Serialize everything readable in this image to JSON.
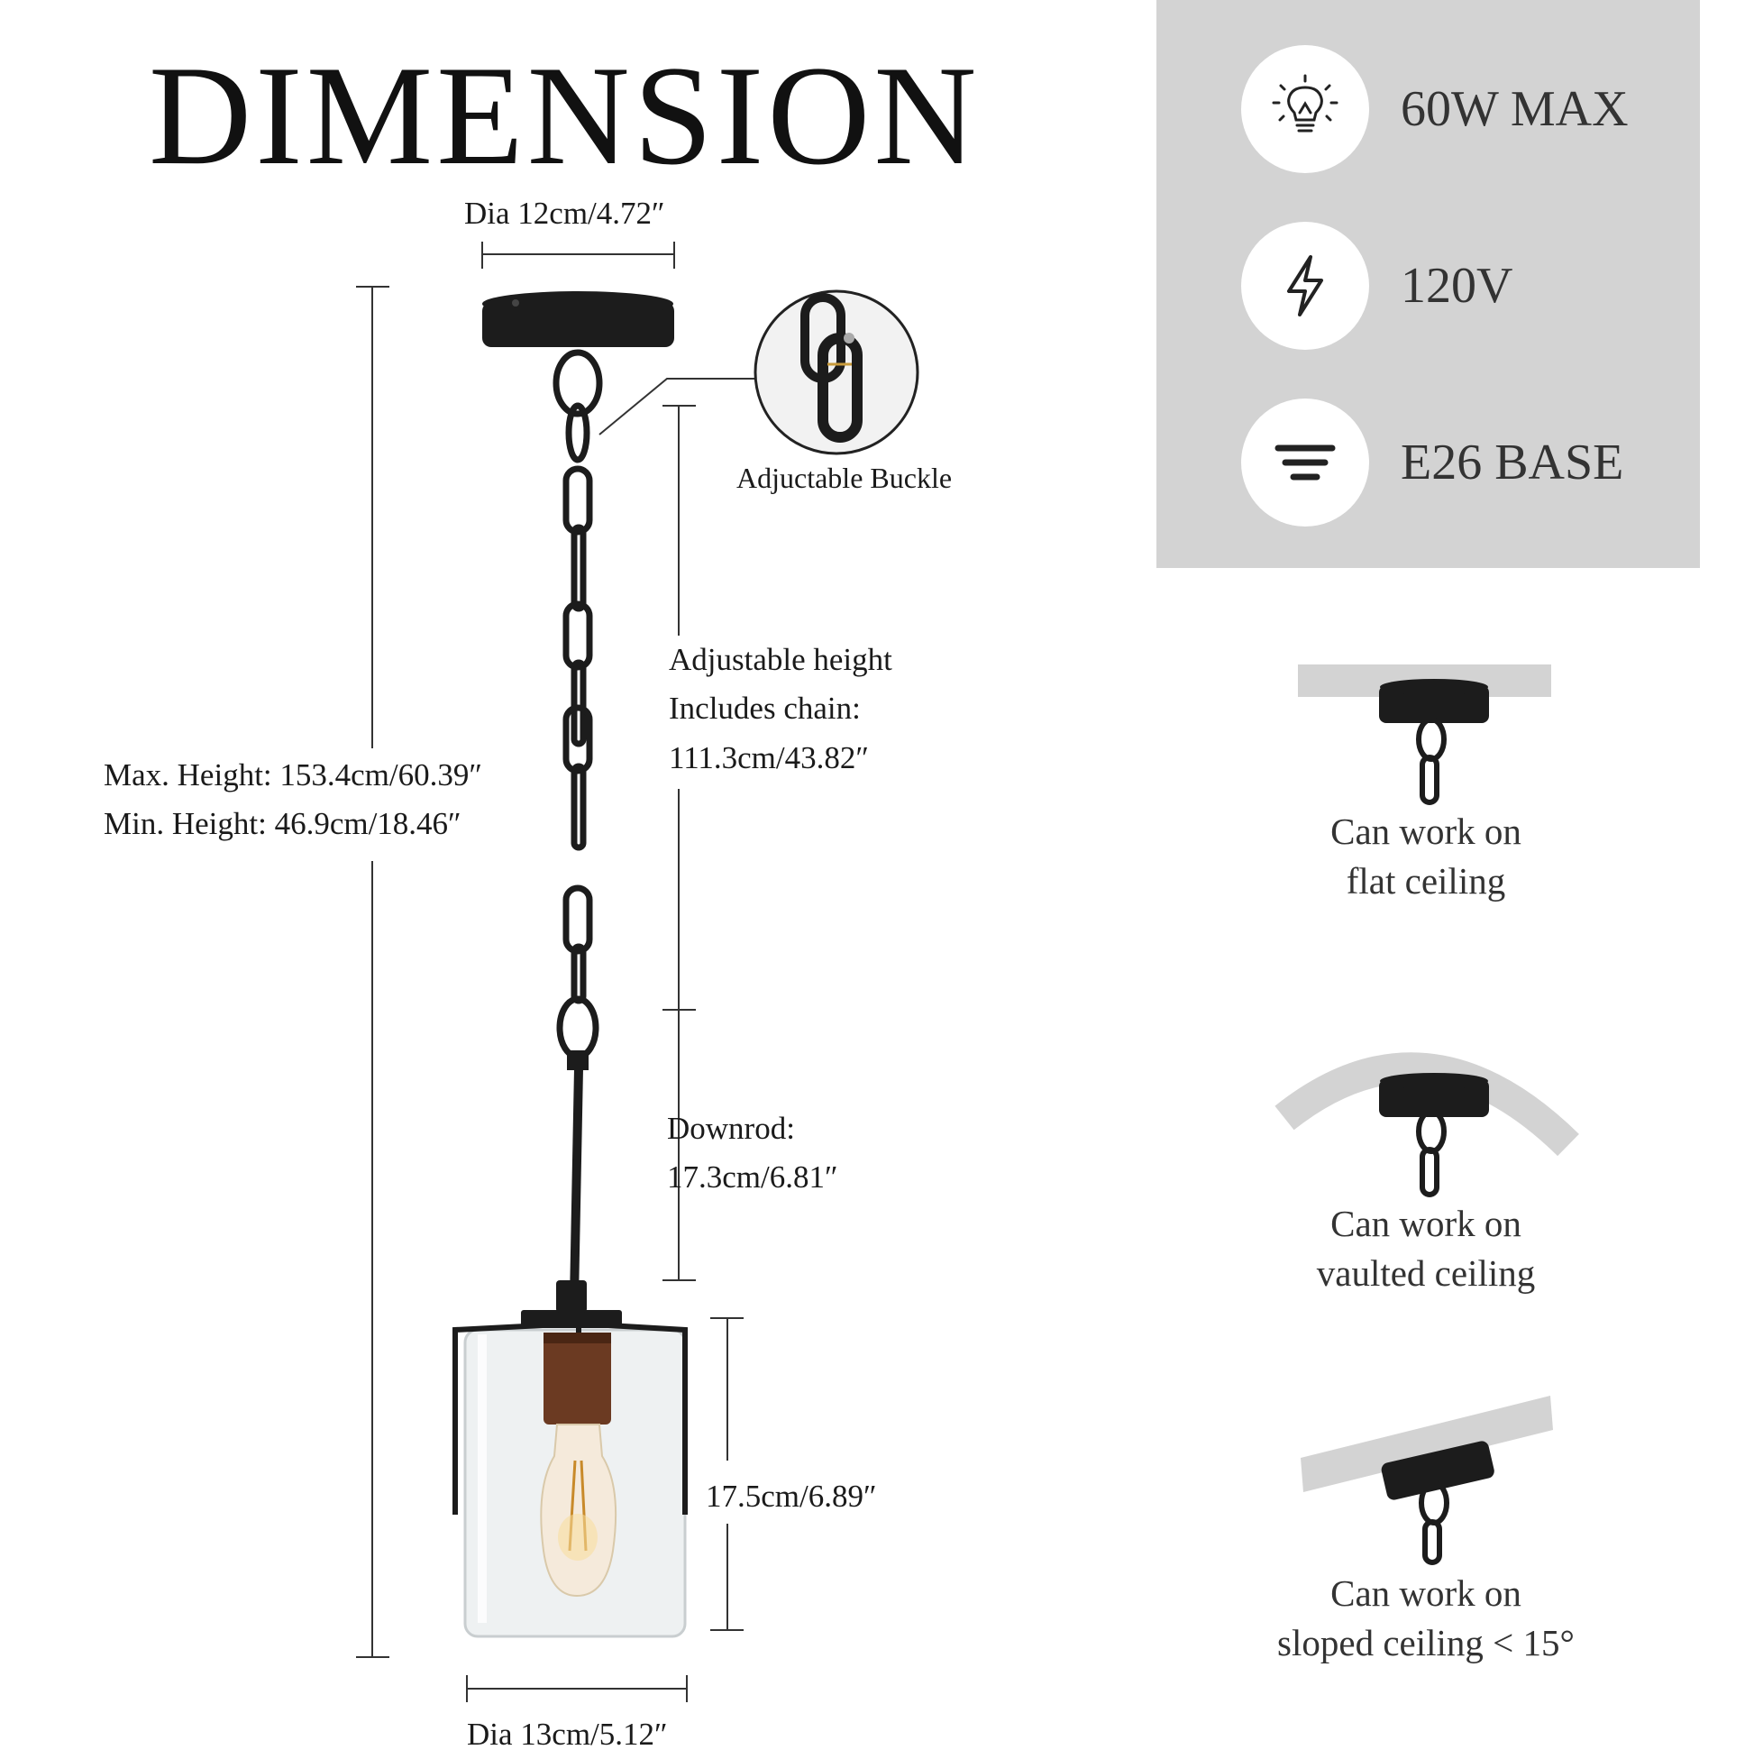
{
  "title": "DIMENSION",
  "dims": {
    "canopy_dia": "Dia 12cm/4.72″",
    "buckle": "Adjuctable Buckle",
    "adjustable": [
      "Adjustable height",
      "Includes chain:",
      "111.3cm/43.82″"
    ],
    "max_height": "Max. Height: 153.4cm/60.39″",
    "min_height": "Min. Height: 46.9cm/18.46″",
    "downrod": [
      "Downrod:",
      "17.3cm/6.81″"
    ],
    "shade_height": "17.5cm/6.89″",
    "shade_dia": "Dia 13cm/5.12″"
  },
  "specs": [
    {
      "icon": "bulb-icon",
      "text": "60W MAX"
    },
    {
      "icon": "lightning-icon",
      "text": "120V"
    },
    {
      "icon": "base-icon",
      "text": "E26 BASE"
    }
  ],
  "ceilings": [
    {
      "name": "flat",
      "caption": "Can work on\nflat ceiling"
    },
    {
      "name": "vaulted",
      "caption": "Can work on\nvaulted ceiling"
    },
    {
      "name": "sloped",
      "caption": "Can work on\nsloped ceiling < 15°"
    }
  ],
  "colors": {
    "panel": "#d3d3d3",
    "metal": "#1c1c1c",
    "wood": "#6b3a22",
    "glass": "#eef1f2"
  }
}
